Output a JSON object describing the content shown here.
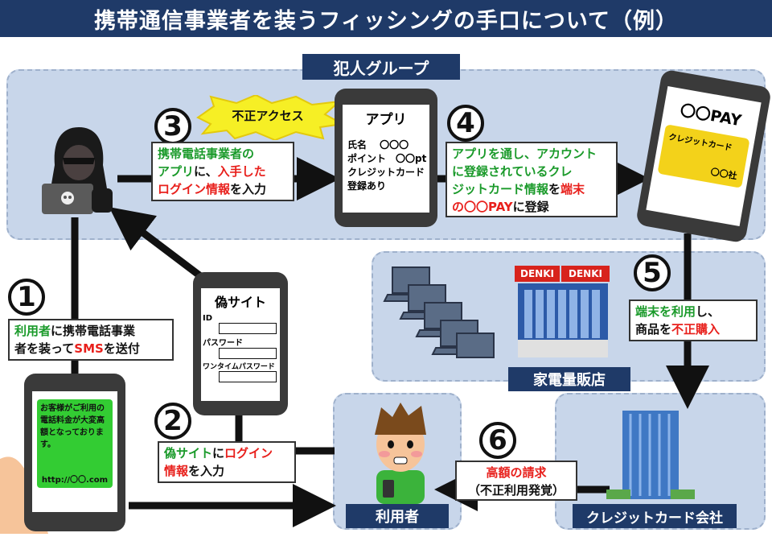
{
  "title": "携帯通信事業者を装うフィッシングの手口について（例）",
  "criminal_group_label": "犯人グループ",
  "steps": {
    "s1": {
      "num": "1",
      "line1_a": "利用者",
      "line1_b": "に",
      "line1_c": "携帯電話事業",
      "line2_a": "者を装って",
      "line2_b": "SMS",
      "line2_c": "を送付"
    },
    "s2": {
      "num": "2",
      "line1_a": "偽サイト",
      "line1_b": "に",
      "line1_c": "ログイン",
      "line2_a": "情報",
      "line2_b": "を入力"
    },
    "s3": {
      "num": "3",
      "line1": "携帯電話事業者の",
      "line2_a": "アプリ",
      "line2_b": "に、",
      "line2_c": "入手した",
      "line3_a": "ログイン情報",
      "line3_b": "を入力"
    },
    "s4": {
      "num": "4",
      "line1": "アプリを通し、アカウント",
      "line2": "に登録されているクレ",
      "line3_a": "ジットカード情報",
      "line3_b": "を",
      "line3_c": "端末",
      "line4_a": "の〇〇PAY",
      "line4_b": "に登録"
    },
    "s5": {
      "num": "5",
      "line1_a": "端末を利用",
      "line1_b": "し、",
      "line2_a": "商品を",
      "line2_b": "不正購入"
    },
    "s6": {
      "num": "6",
      "line1": "高額の請求",
      "line2": "（不正利用発覚）"
    }
  },
  "fraud_access_burst": "不正アクセス",
  "app_phone": {
    "title": "アプリ",
    "row1": "氏名　 〇〇〇",
    "row2": "ポイント　〇〇pt",
    "row3": "クレジットカード",
    "row4": "登録あり"
  },
  "pay_phone": {
    "title": "〇〇PAY",
    "card_label": "クレジットカード",
    "card_company": "〇〇社"
  },
  "fake_site_phone": {
    "title": "偽サイト",
    "id_label": "ID",
    "pw_label": "パスワード",
    "otp_label": "ワンタイムパスワード"
  },
  "sms_phone": {
    "message": "お客様がご利用の電話料金が大変高額となっております。",
    "url": "http://〇〇.com"
  },
  "store": {
    "sign1": "DENKI",
    "sign2": "DENKI",
    "label": "家電量販店"
  },
  "user_label": "利用者",
  "credit_company_label": "クレジットカード会社",
  "colors": {
    "navy": "#1f3a68",
    "panel": "#c8d6ea",
    "green": "#1a9a2a",
    "red": "#e8201c",
    "sms_green": "#33cc33",
    "card_yellow": "#f3d21a"
  }
}
